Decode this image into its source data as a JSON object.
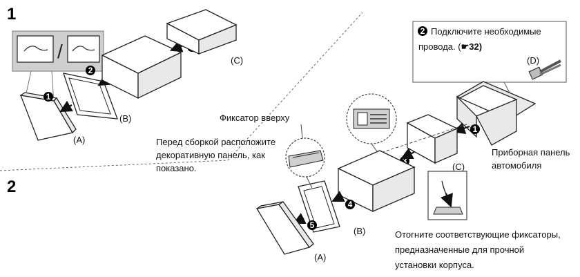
{
  "sections": {
    "one": "1",
    "two": "2"
  },
  "labels": {
    "A": "(A)",
    "B": "(B)",
    "C": "(C)",
    "D": "(D)"
  },
  "steps": {
    "s1": "1",
    "s2": "2",
    "s3": "3",
    "s4": "4",
    "s5": "5"
  },
  "callout": {
    "line1": "Подключите необходимые",
    "line2": "провода. (",
    "ref": "32)"
  },
  "notes": {
    "latch": "Фиксатор вверху",
    "trim_line1": "Перед сборкой расположите",
    "trim_line2": "декоративную панель, как",
    "trim_line3": "показано.",
    "dash_line1": "Приборная панель",
    "dash_line2": "автомобиля",
    "bend_line1": "Отогните соответствующие фиксаторы,",
    "bend_line2": "предназначенные для прочной",
    "bend_line3": "установки корпуса."
  }
}
